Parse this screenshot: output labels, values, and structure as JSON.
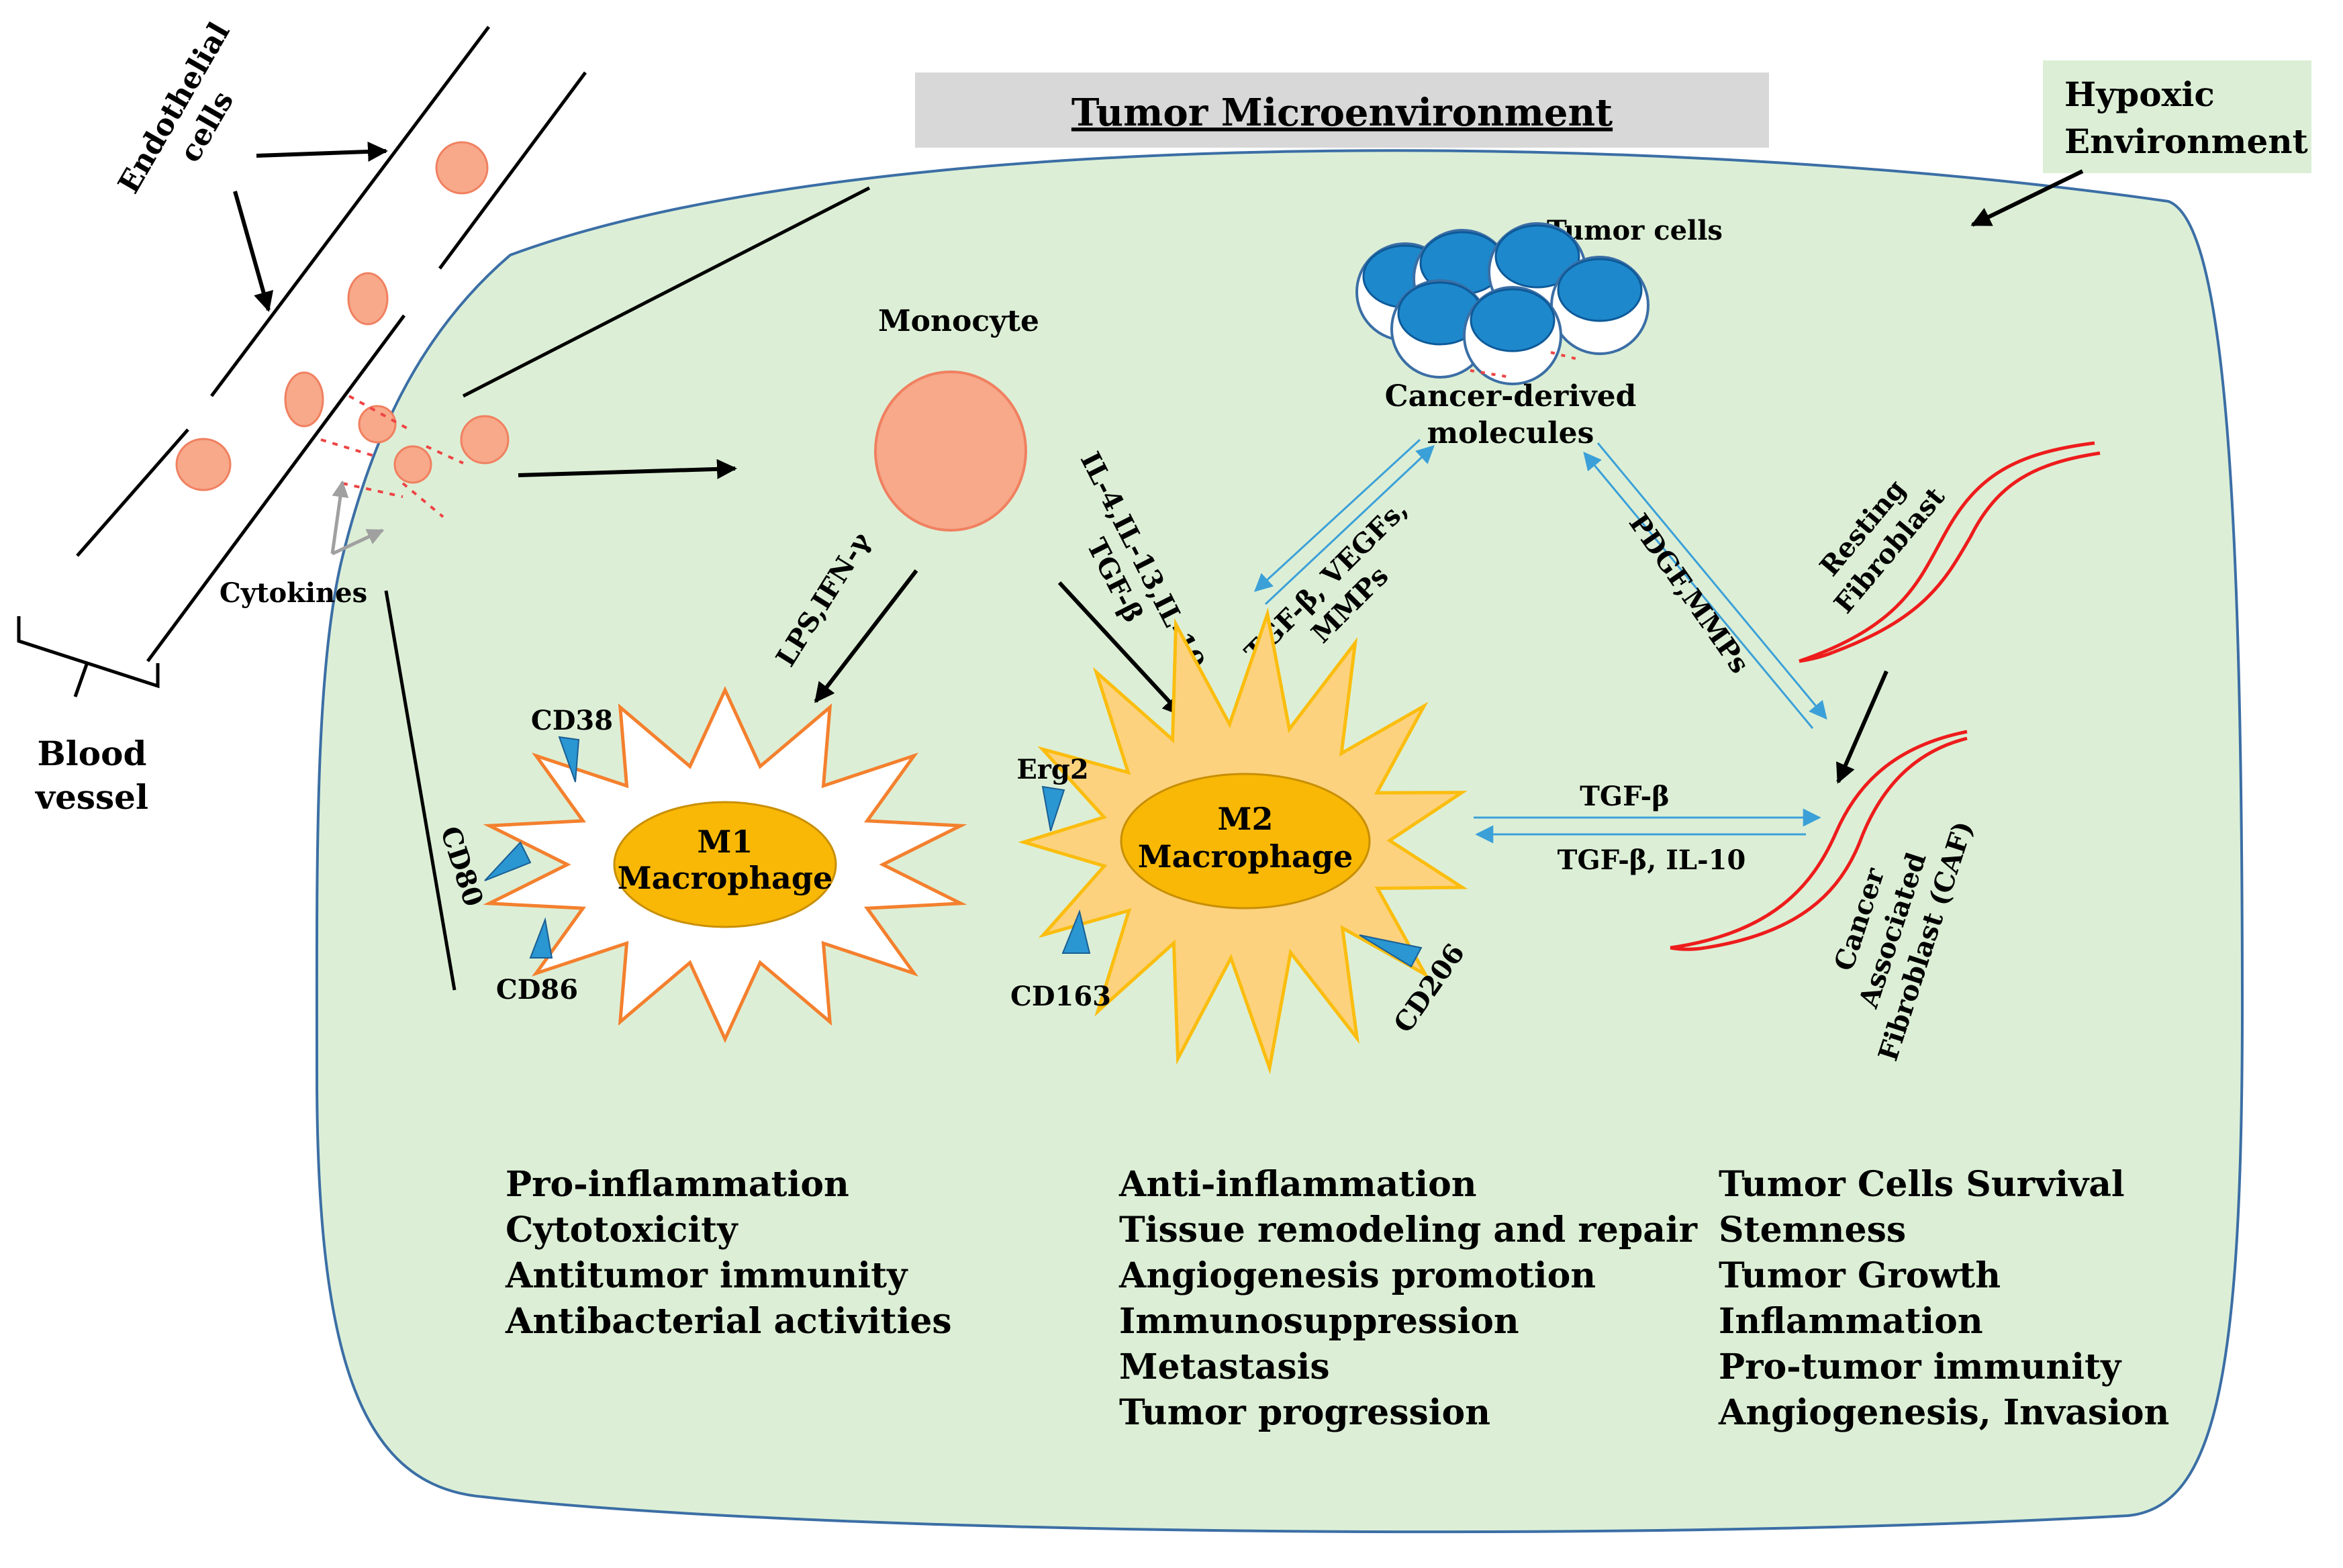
{
  "title": "Tumor Microenvironment",
  "hypoxic": {
    "line1": "Hypoxic",
    "line2": "Environment"
  },
  "endothelial": {
    "line1": "Endothelial",
    "line2": "cells"
  },
  "blood_vessel": {
    "line1": "Blood",
    "line2": "vessel"
  },
  "cytokines": "Cytokines",
  "monocyte": "Monocyte",
  "tumor_cells": "Tumor cells",
  "cancer_derived": {
    "line1": "Cancer-derived",
    "line2": "molecules"
  },
  "arrows": {
    "m1_signal": "LPS,IFN-γ",
    "m2_signal_line1": "IL-4,IL-13,IL-10,",
    "m2_signal_line2": "TGF-β",
    "tumor_m2_line1": "TGF-β, VEGFs,",
    "tumor_m2_line2": "MMPs",
    "tumor_caf": "PDGF,MMPs",
    "m2_to_caf": "TGF-β",
    "caf_to_m2": "TGF-β, IL-10"
  },
  "m1": {
    "line1": "M1",
    "line2": "Macrophage",
    "markers": {
      "cd38": "CD38",
      "cd80": "CD80",
      "cd86": "CD86"
    },
    "functions": [
      "Pro-inflammation",
      "Cytotoxicity",
      "Antitumor immunity",
      "Antibacterial activities"
    ]
  },
  "m2": {
    "line1": "M2",
    "line2": "Macrophage",
    "markers": {
      "erg2": "Erg2",
      "cd163": "CD163",
      "cd206": "CD206"
    },
    "functions": [
      "Anti-inflammation",
      "Tissue remodeling and repair",
      "Angiogenesis promotion",
      "Immunosuppression",
      "Metastasis",
      "Tumor progression"
    ]
  },
  "fibroblast": {
    "resting_line1": "Resting",
    "resting_line2": "Fibroblast",
    "caf_line1": "Cancer",
    "caf_line2": "Associated",
    "caf_line3": "Fibroblast (CAF)"
  },
  "caf_functions": [
    "Tumor Cells Survival",
    "Stemness",
    "Tumor Growth",
    "Inflammation",
    "Pro-tumor  immunity",
    "Angiogenesis, Invasion"
  ],
  "colors": {
    "microenvironment_fill": "#dcefd6",
    "microenvironment_stroke": "#3b6ea5",
    "cell_fill": "#f7a98a",
    "cell_stroke": "#f08060",
    "m1_outline": "#f4802e",
    "m2_fill": "#fcd27e",
    "m2_outline": "#fbbd0f",
    "macrophage_core": "#f8b805",
    "tumor_nucleus": "#1e88cc",
    "marker": "#2a96d2",
    "signal_arrow": "#3ca0d8",
    "fibroblast": "#ee1c1c",
    "title_box": "#d8d8d8",
    "hypoxic_box": "#dcefd6"
  }
}
